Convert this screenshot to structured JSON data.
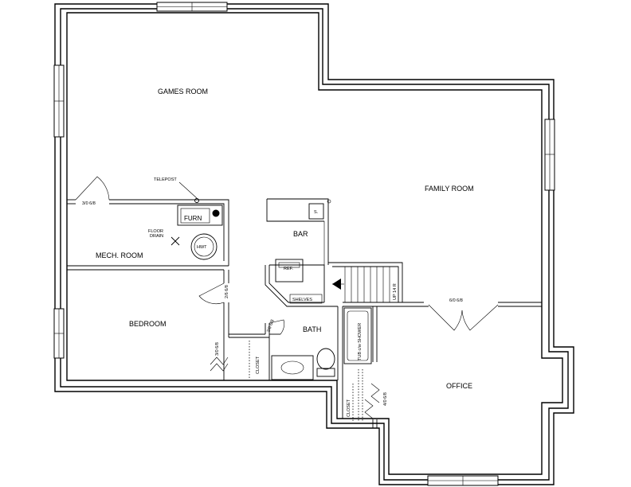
{
  "rooms": {
    "games_room": "GAMES ROOM",
    "family_room": "FAMILY ROOM",
    "mech_room": "MECH. ROOM",
    "bedroom": "BEDROOM",
    "bath": "BATH",
    "bar": "BAR",
    "office": "OFFICE"
  },
  "fixtures": {
    "furn": "FURN",
    "hwt": "HWT",
    "floor_drain": [
      "FLOOR",
      "DRAIN"
    ],
    "telepost": "TELEPOST",
    "ref": "REF.",
    "sink": "S.",
    "shelves": "SHELVES",
    "tub": "TUB c/w SHOWER",
    "closet_bedroom": "CLOSET",
    "closet_office": "CLOSET",
    "stair": "UP 14 R"
  },
  "doors": {
    "mech_door": "3/0 6/8",
    "bedroom_door": "2/6 6/8",
    "bath_door": "2/6 6/8",
    "bedroom_closet_door": "3/0 6/8",
    "family_office_door": "6/0 6/8",
    "office_closet_door": "4/0 6/8"
  }
}
